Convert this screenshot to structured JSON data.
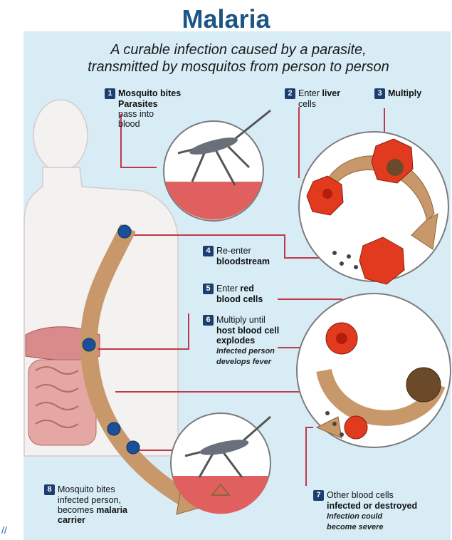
{
  "title": "Malaria",
  "subtitle_line1": "A curable infection caused by a parasite,",
  "subtitle_line2": "transmitted by mosquitos from person to person",
  "steps": [
    {
      "num": "1",
      "bold": "Mosquito bites",
      "bold2": "Parasites",
      "text": "pass into",
      "text2": "blood"
    },
    {
      "num": "2",
      "text": "Enter",
      "bold": "liver",
      "text2": "cells"
    },
    {
      "num": "3",
      "bold": "Multiply"
    },
    {
      "num": "4",
      "text": "Re-enter",
      "bold": "bloodstream"
    },
    {
      "num": "5",
      "text": "Enter",
      "bold": "red",
      "bold2": "blood cells"
    },
    {
      "num": "6",
      "text": "Multiply until",
      "bold": "host blood cell",
      "bold2": "explodes",
      "note1": "Infected person",
      "note2": "develops fever"
    },
    {
      "num": "7",
      "text": "Other blood cells",
      "bold": "infected or destroyed",
      "note1": "Infection could",
      "note2": "become severe"
    },
    {
      "num": "8",
      "text": "Mosquito bites",
      "text2": "infected person,",
      "text3": "becomes",
      "bold": "malaria",
      "bold2": "carrier"
    }
  ],
  "footer_mark": "//",
  "colors": {
    "title": "#1d5587",
    "panel": "#d8ecf6",
    "badge": "#1c3d6e",
    "arrow": "#c8986a",
    "cell": "#e23a1e",
    "node": "#1a4f9a",
    "line": "#c0394a"
  }
}
